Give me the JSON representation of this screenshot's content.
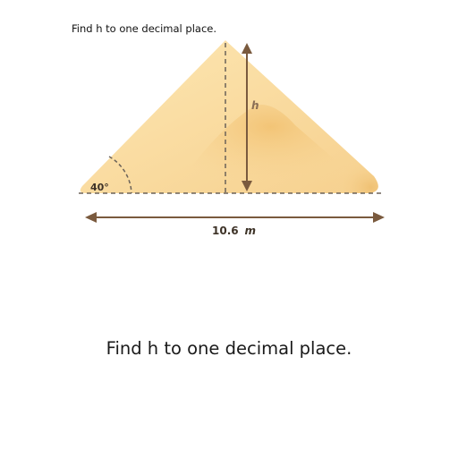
{
  "question": {
    "top_text": "Find h to one decimal place.",
    "bottom_text": "Find h to one decimal place."
  },
  "diagram": {
    "angle_label": "40°",
    "height_label": "h",
    "base_value": "10.6",
    "base_unit": "m",
    "colors": {
      "sand_light": "#fbe2a8",
      "sand_dark": "#f1c577",
      "arrow": "#7a5a3e",
      "dashed": "#6b6259",
      "label": "#5a4b3c"
    }
  }
}
